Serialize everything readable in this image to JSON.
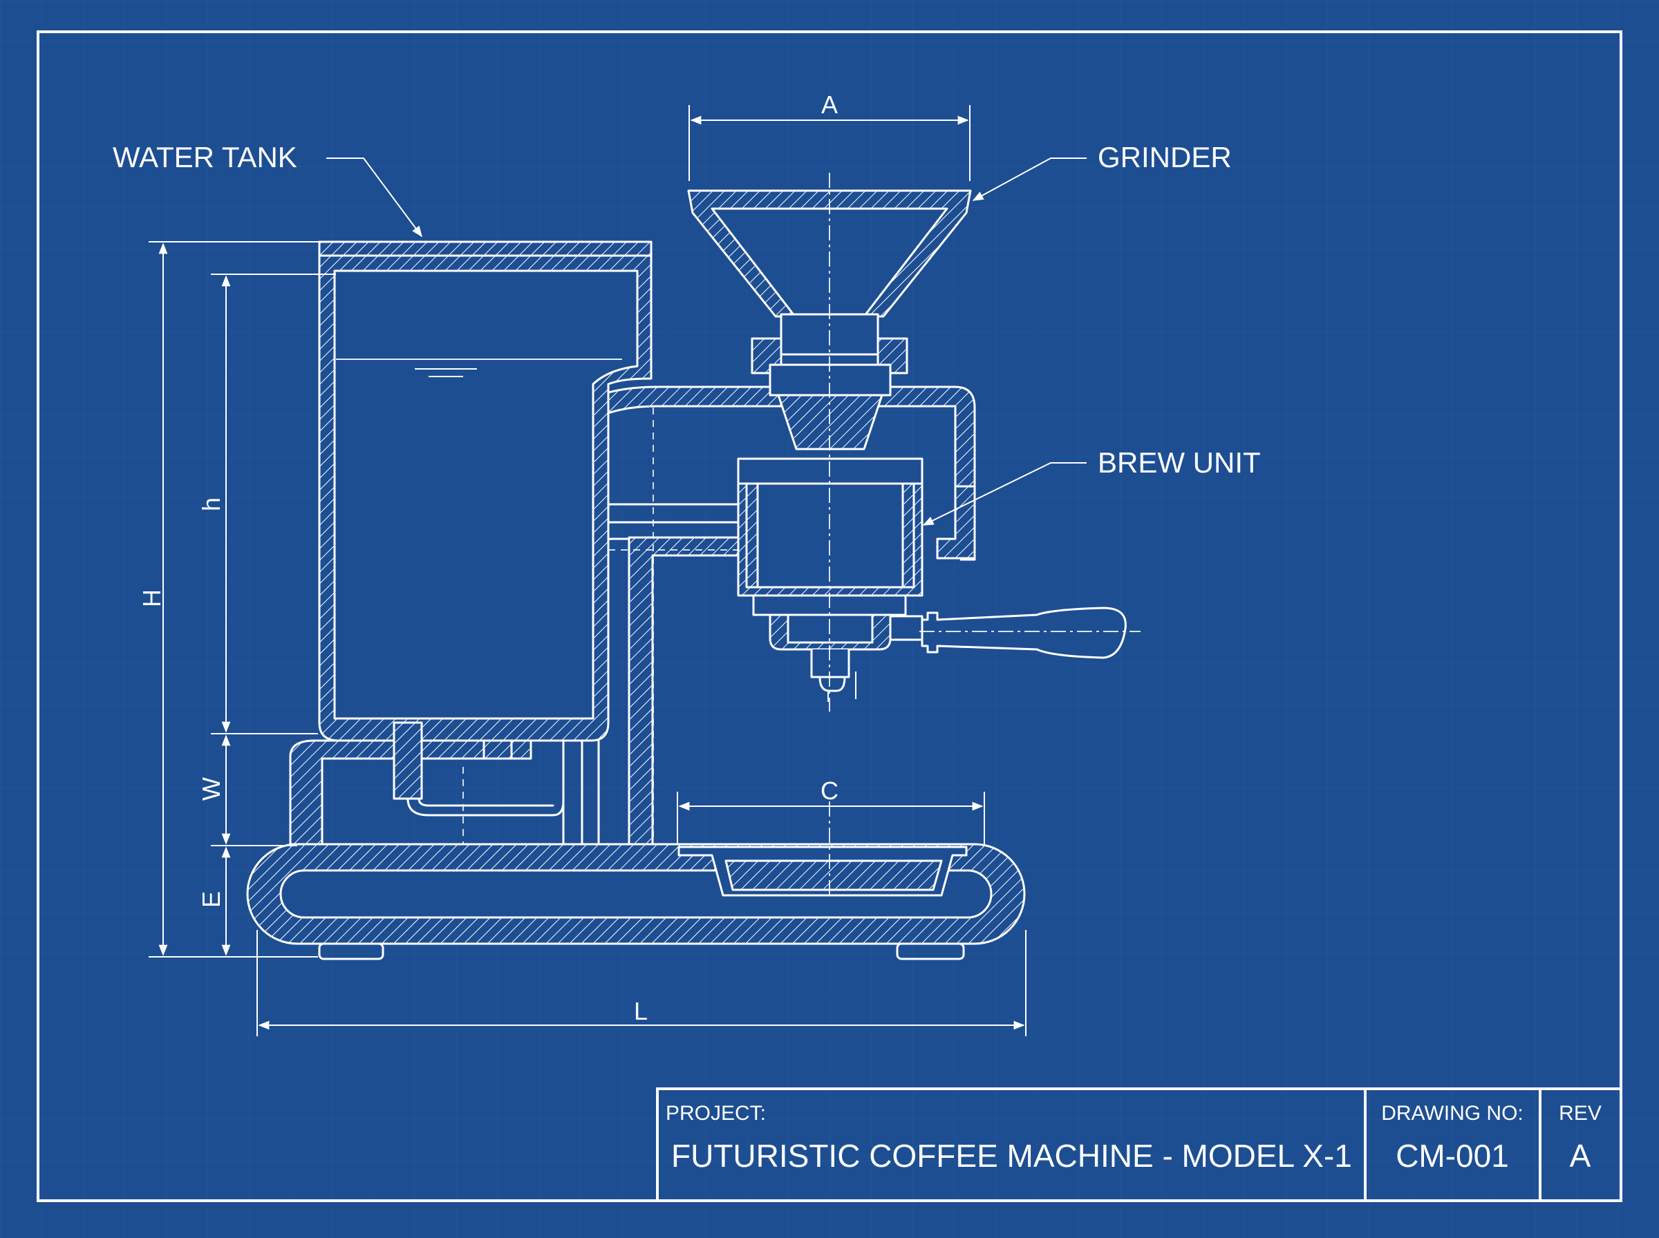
{
  "callouts": {
    "water_tank": "WATER TANK",
    "grinder": "GRINDER",
    "brew_unit": "BREW UNIT"
  },
  "dimensions": {
    "A": "A",
    "C": "C",
    "H": "H",
    "h": "h",
    "W": "W",
    "E": "E",
    "L": "L"
  },
  "title_block": {
    "project_label": "PROJECT:",
    "project_name": "FUTURISTIC COFFEE MACHINE - MODEL X-1",
    "drawing_no_label": "DRAWING NO:",
    "drawing_no": "CM-001",
    "rev_label": "REV",
    "rev": "A"
  },
  "colors": {
    "background": "#1d4e92",
    "lines": "#ffffff"
  }
}
